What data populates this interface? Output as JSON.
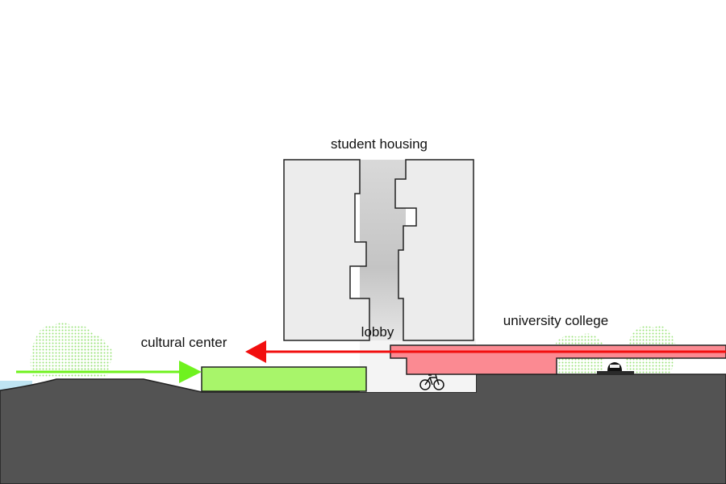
{
  "labels": {
    "student_housing": "student housing",
    "lobby": "lobby",
    "university_college": "university college",
    "cultural_center": "cultural center"
  },
  "icons": {
    "bicycle": "bicycle-icon",
    "car": "car-icon",
    "trees": "tree-icon",
    "arrow_green": "arrow-right-icon",
    "arrow_red": "arrow-left-icon"
  },
  "colors": {
    "ground": "#535353",
    "water": "#bfe4f2",
    "tower_fill": "#ececec",
    "tower_core": "#cdcdcd",
    "cultural_center": "#a8f56a",
    "university_college": "#fb8a92",
    "green_arrow": "#6ff21e",
    "red_arrow": "#f20f0f",
    "tree_dots": "#9be37a"
  }
}
